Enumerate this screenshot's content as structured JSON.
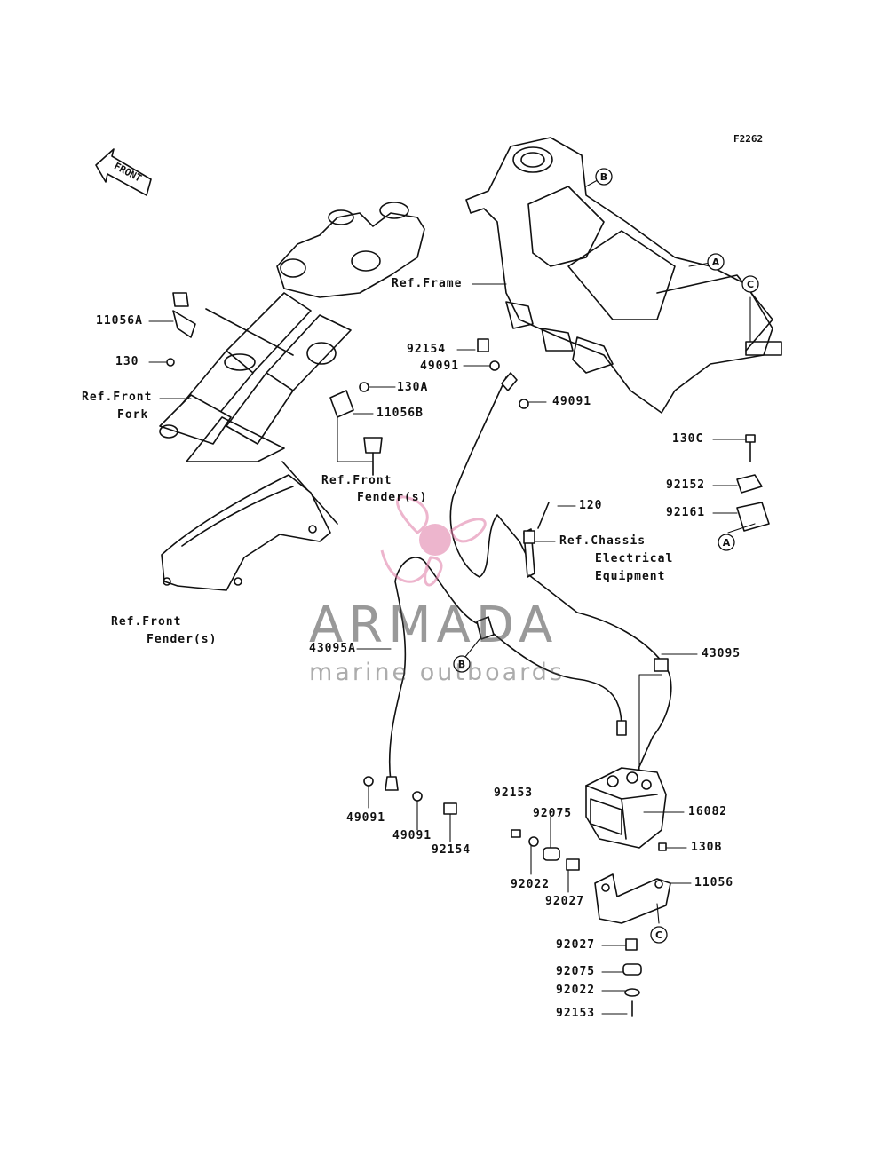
{
  "figure_code": "F2262",
  "front_arrow": "FRONT",
  "watermark": {
    "title": "ARMADA",
    "subtitle": "marine outboards"
  },
  "callouts": {
    "A": "A",
    "B": "B",
    "C": "C"
  },
  "labels": {
    "ref_frame": "Ref.Frame",
    "p11056A": "11056A",
    "p130": "130",
    "ref_front_fork_1": "Ref.Front",
    "ref_front_fork_2": "Fork",
    "p92154_top": "92154",
    "p49091_top": "49091",
    "p49091_right": "49091",
    "p130A": "130A",
    "p11056B": "11056B",
    "ref_fender_1a": "Ref.Front",
    "ref_fender_1b": "Fender(s)",
    "p130C": "130C",
    "p92152": "92152",
    "p92161": "92161",
    "p120": "120",
    "ref_chassis_1": "Ref.Chassis",
    "ref_chassis_2": "Electrical",
    "ref_chassis_3": "Equipment",
    "ref_fender_2a": "Ref.Front",
    "ref_fender_2b": "Fender(s)",
    "p43095A": "43095A",
    "p43095": "43095",
    "p49091_bl": "49091",
    "p49091_bm": "49091",
    "p92154_bottom": "92154",
    "p92153_top": "92153",
    "p92075_top": "92075",
    "p16082": "16082",
    "p130B": "130B",
    "p92022_top": "92022",
    "p92027_top": "92027",
    "p11056": "11056",
    "p92027_bottom": "92027",
    "p92075_bottom": "92075",
    "p92022_bottom": "92022",
    "p92153_bottom": "92153"
  }
}
